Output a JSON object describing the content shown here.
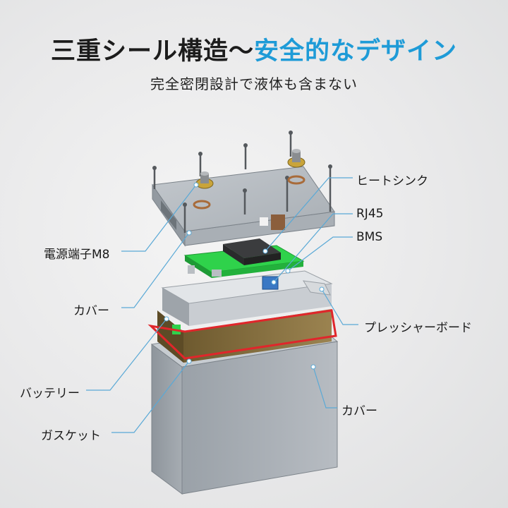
{
  "title": {
    "part1": "三重シール構造〜",
    "part2": "安全的なデザイン"
  },
  "subtitle": "完全密閉設計で液体も含まない",
  "labels": {
    "heatsink": "ヒートシンク",
    "rj45": "RJ45",
    "bms": "BMS",
    "power_terminal": "電源端子M8",
    "cover_top": "カバー",
    "pressure_board": "プレッシャーボード",
    "battery": "バッテリー",
    "cover_bottom": "カバー",
    "gasket": "ガスケット"
  },
  "colors": {
    "accent": "#1e9bd7",
    "leader": "#5aa9d6",
    "case": "#a7adb4",
    "pcb": "#2fd24b",
    "battery": "#8a7340",
    "gasket": "#e0262b"
  }
}
